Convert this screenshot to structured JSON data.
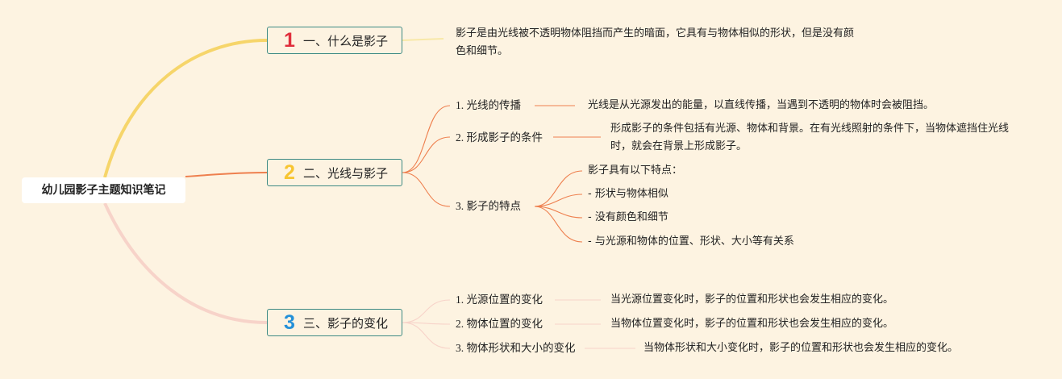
{
  "root": {
    "title": "幼儿园影子主题知识笔记"
  },
  "topics": [
    {
      "number": "1",
      "label": "一、什么是影子",
      "description": "影子是由光线被不透明物体阻挡而产生的暗面，它具有与物体相似的形状，但是没有颜色和细节。"
    },
    {
      "number": "2",
      "label": "二、光线与影子",
      "subtopics": [
        {
          "label": "1. 光线的传播",
          "detail": "光线是从光源发出的能量，以直线传播，当遇到不透明的物体时会被阻挡。"
        },
        {
          "label": "2. 形成影子的条件",
          "detail": "形成影子的条件包括有光源、物体和背景。在有光线照射的条件下，当物体遮挡住光线时，就会在背景上形成影子。"
        },
        {
          "label": "3. 影子的特点",
          "details": [
            "影子具有以下特点：",
            "- 形状与物体相似",
            "- 没有颜色和细节",
            "- 与光源和物体的位置、形状、大小等有关系"
          ]
        }
      ]
    },
    {
      "number": "3",
      "label": "三、影子的变化",
      "subtopics": [
        {
          "label": "1. 光源位置的变化",
          "detail": "当光源位置变化时，影子的位置和形状也会发生相应的变化。"
        },
        {
          "label": "2. 物体位置的变化",
          "detail": "当物体位置变化时，影子的位置和形状也会发生相应的变化。"
        },
        {
          "label": "3. 物体形状和大小的变化",
          "detail": "当物体形状和大小变化时，影子的位置和形状也会发生相应的变化。"
        }
      ]
    }
  ],
  "colors": {
    "background": "#fdf3e1",
    "branch_1": "#f6d56a",
    "branch_2": "#ee7f4e",
    "branch_3": "#f7d3c9",
    "topic_border": "#3d8a84",
    "number_1": "#e02e3c",
    "number_2": "#f7c531",
    "number_3": "#2490d8"
  }
}
